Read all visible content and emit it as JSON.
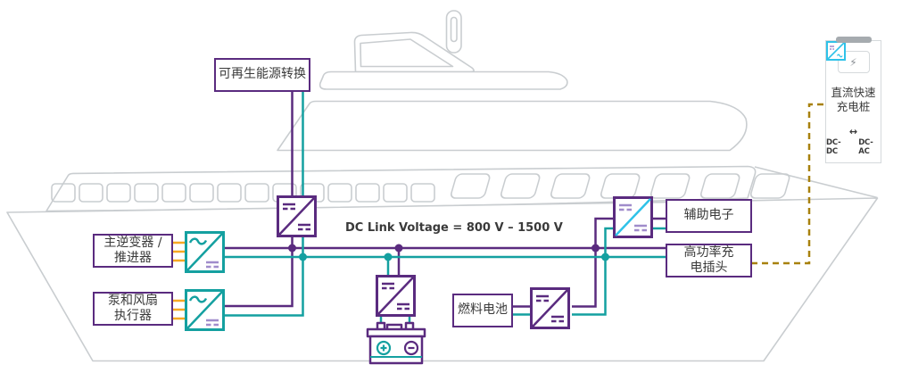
{
  "diagram": {
    "title_hint": "ship-electrification-system",
    "dc_link_label": "DC Link Voltage = 800 V – 1500 V",
    "nodes": {
      "renewable": {
        "label": "可再生能源转换"
      },
      "main_inverter": {
        "line1": "主逆变器 /",
        "line2": "推进器"
      },
      "pump_fan": {
        "line1": "泵和风扇",
        "line2": "执行器"
      },
      "fuel_cell": {
        "label": "燃料电池"
      },
      "aux_electronics": {
        "label": "辅助电子"
      },
      "hp_charge_plug": {
        "line1": "高功率充",
        "line2": "电插头"
      }
    },
    "charging_station": {
      "title_line1": "直流快速",
      "title_line2": "充电桩",
      "bolt_icon": "⚡",
      "arrow": "↔",
      "converter_labels": [
        "DC-DC",
        "DC-AC"
      ]
    },
    "colors": {
      "purple": "#5A2B7F",
      "teal": "#14A0A0",
      "cyan": "#2FC2E8",
      "light_purple": "#A08CCB",
      "orange": "#F7A823",
      "dashed_olive": "#A8810E",
      "ship_gray": "#C9CDD0",
      "text": "#3A3A3A"
    }
  }
}
